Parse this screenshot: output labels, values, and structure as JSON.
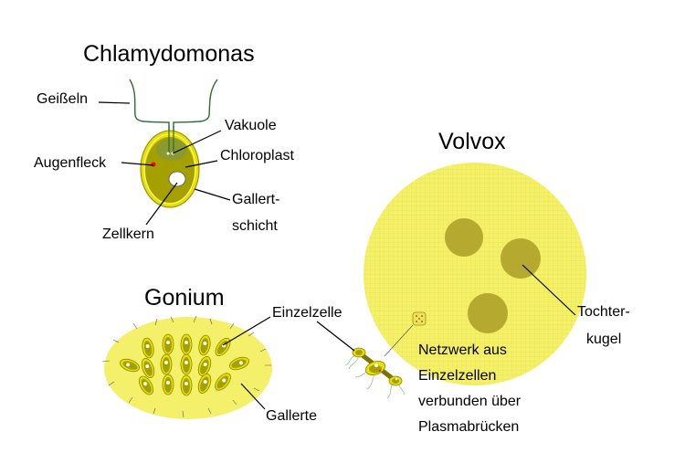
{
  "chlamydomonas": {
    "title": "Chlamydomonas",
    "labels": {
      "geisseln": "Geißeln",
      "vakuole": "Vakuole",
      "chloroplast": "Chloroplast",
      "augenfleck": "Augenfleck",
      "gallert1": "Gallert-",
      "gallert2": "schicht",
      "zellkern": "Zellkern"
    }
  },
  "gonium": {
    "title": "Gonium",
    "labels": {
      "einzelzelle": "Einzelzelle",
      "gallerte": "Gallerte"
    }
  },
  "volvox": {
    "title": "Volvox",
    "labels": {
      "tochter1": "Tochter-",
      "tochter2": "kugel",
      "netz1": "Netzwerk aus",
      "netz2": "Einzelzellen",
      "netz3": "verbunden über",
      "netz4": "Plasmabrücken"
    }
  },
  "colors": {
    "gel": "#f5f06a",
    "cellYellow": "#e8e000",
    "chloroplast": "#a3a000",
    "vacuoleArea": "#8a9a30",
    "daughter": "#b5a930",
    "flagella": "#2e6b2e",
    "eyespot": "#ff0000"
  }
}
